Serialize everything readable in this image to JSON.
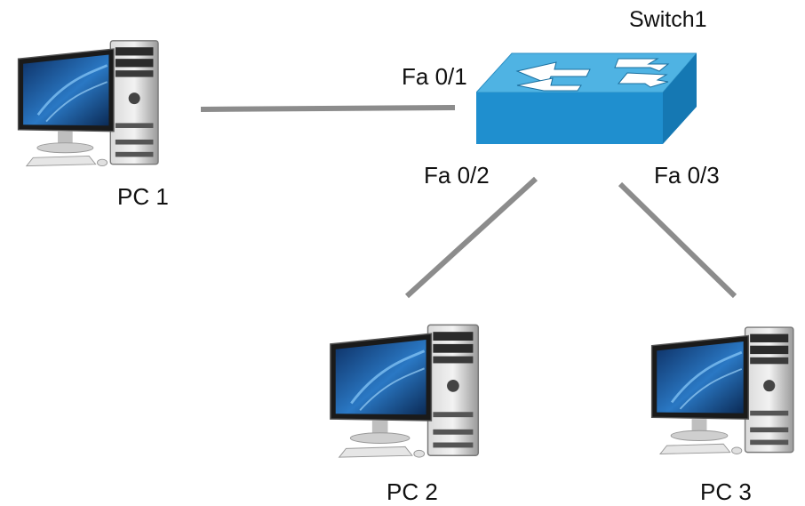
{
  "devices": {
    "switch": {
      "name": "Switch1",
      "icon": "switch-icon"
    },
    "pc1": {
      "name": "PC 1",
      "icon": "desktop-computer-icon"
    },
    "pc2": {
      "name": "PC 2",
      "icon": "desktop-computer-icon"
    },
    "pc3": {
      "name": "PC 3",
      "icon": "desktop-computer-icon"
    }
  },
  "ports": {
    "p1": "Fa 0/1",
    "p2": "Fa 0/2",
    "p3": "Fa 0/3"
  },
  "links": [
    {
      "from": "PC 1",
      "to": "Switch1",
      "port": "Fa 0/1"
    },
    {
      "from": "PC 2",
      "to": "Switch1",
      "port": "Fa 0/2"
    },
    {
      "from": "PC 3",
      "to": "Switch1",
      "port": "Fa 0/3"
    }
  ],
  "colors": {
    "link": "#8c8c8c",
    "switch_top": "#4fb3e3",
    "switch_front": "#1f8fcf",
    "switch_side": "#1578b3",
    "monitor_screen": "#1f5fa8"
  }
}
